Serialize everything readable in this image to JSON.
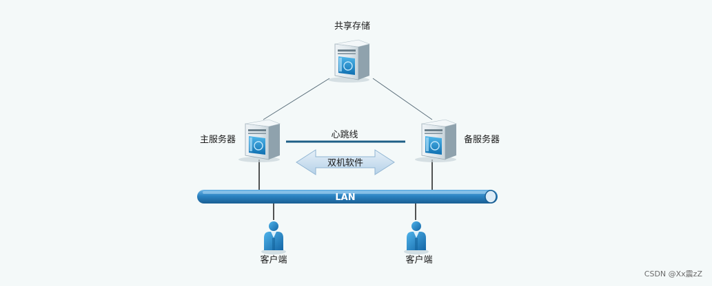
{
  "nodes": {
    "shared_storage": "共享存储",
    "primary_server": "主服务器",
    "backup_server": "备服务器",
    "client_left": "客户端",
    "client_right": "客户端"
  },
  "links": {
    "heartbeat": "心跳线",
    "software": "双机软件",
    "lan": "LAN"
  },
  "watermark": "CSDN @Xx震zZ",
  "colors": {
    "background": "#f4f9f9",
    "lan_pipe": "#2b83c2",
    "server_blue": "#1e8fd0",
    "arrow_fill": "#c9dff0",
    "heartbeat_line": "#1e5f86"
  },
  "icons": [
    "server-icon",
    "person-icon",
    "double-arrow-icon"
  ]
}
